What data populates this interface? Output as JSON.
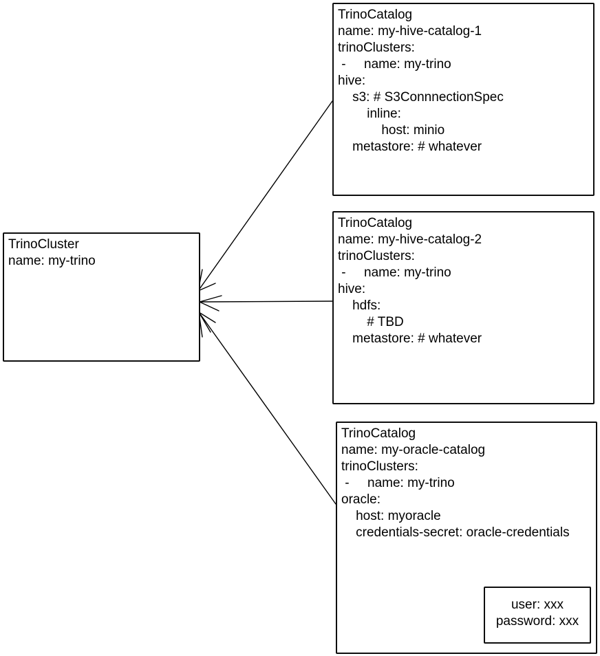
{
  "canvas": {
    "background_color": "#ffffff",
    "ink_color": "#000000"
  },
  "cluster": {
    "lines": [
      "TrinoCluster",
      "name: my-trino"
    ]
  },
  "catalogs": [
    {
      "id": "my-hive-catalog-1",
      "lines": [
        "TrinoCatalog",
        "name: my-hive-catalog-1",
        "trinoClusters:",
        " -     name: my-trino",
        "hive:",
        "    s3: # S3ConnnectionSpec",
        "        inline:",
        "            host: minio",
        "    metastore: # whatever"
      ]
    },
    {
      "id": "my-hive-catalog-2",
      "lines": [
        "TrinoCatalog",
        "name: my-hive-catalog-2",
        "trinoClusters:",
        " -     name: my-trino",
        "hive:",
        "    hdfs:",
        "        # TBD",
        "    metastore: # whatever"
      ]
    },
    {
      "id": "my-oracle-catalog",
      "lines": [
        "TrinoCatalog",
        "name: my-oracle-catalog",
        "trinoClusters:",
        " -     name: my-trino",
        "oracle:",
        "    host: myoracle",
        "    credentials-secret: oracle-credentials"
      ]
    }
  ],
  "secret": {
    "lines": [
      "user: xxx",
      "password: xxx"
    ]
  },
  "connectors": [
    {
      "from": "my-hive-catalog-1",
      "to": "trino-cluster"
    },
    {
      "from": "my-hive-catalog-2",
      "to": "trino-cluster"
    },
    {
      "from": "my-oracle-catalog",
      "to": "trino-cluster"
    },
    {
      "from": "credentials-secret-reference",
      "to": "secret-box"
    }
  ]
}
